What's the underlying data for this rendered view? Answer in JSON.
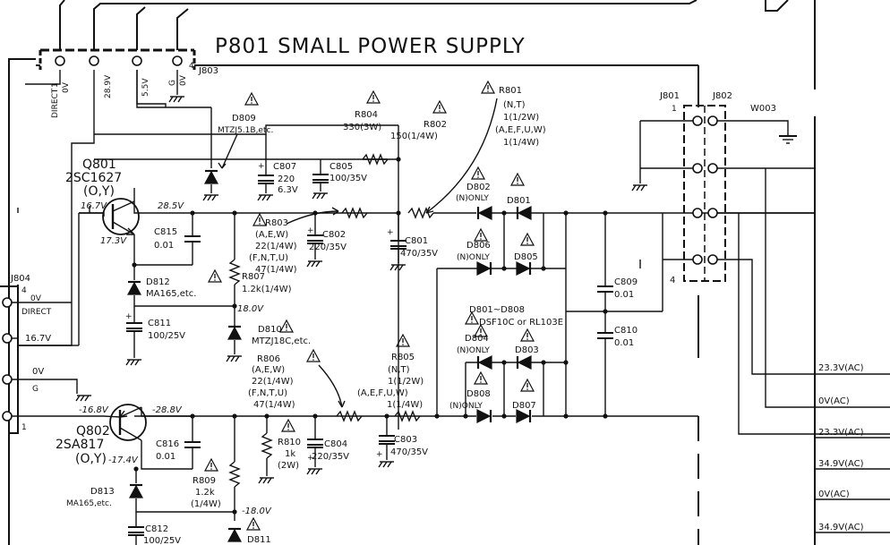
{
  "title": "P801 SMALL POWER SUPPLY",
  "connectors": {
    "j803": {
      "name": "J803",
      "pins": [
        "DIRECT",
        "0V",
        "28.9V",
        "5.5V",
        "G",
        "0V",
        "1",
        "4"
      ]
    },
    "j801": {
      "name": "J801",
      "pin1": "1",
      "pin4": "4"
    },
    "j802": {
      "name": "J802"
    },
    "w003": {
      "name": "W003"
    },
    "j804": {
      "name": "J804",
      "pins": [
        "4",
        "0V",
        "DIRECT",
        "16.7V",
        "0V",
        "G",
        "1"
      ]
    }
  },
  "transistors": {
    "q801": {
      "ref": "Q801",
      "part": "2SC1627",
      "grade": "(O,Y)"
    },
    "q802": {
      "ref": "Q802",
      "part": "2SA817",
      "grade": "(O,Y)"
    }
  },
  "voltages": {
    "v16_7": "16.7V",
    "v28_5": "28.5V",
    "v17_3": "17.3V",
    "v18_0": "18.0V",
    "vn16_8": "-16.8V",
    "vn28_8": "-28.8V",
    "vn17_4": "-17.4V",
    "vn18_0": "-18.0V"
  },
  "components": {
    "d809": {
      "ref": "D809",
      "value": "MTZJ5.1B,etc."
    },
    "r804": {
      "ref": "R804",
      "value": "330(3W)"
    },
    "r802": {
      "ref": "R802",
      "value": "150(1/4W)"
    },
    "r801": {
      "ref": "R801",
      "l1": "(N,T)",
      "l2": "1(1/2W)",
      "l3": "(A,E,F,U,W)",
      "l4": "1(1/4W)"
    },
    "c807": {
      "ref": "C807",
      "l1": "220",
      "l2": "6.3V"
    },
    "c805": {
      "ref": "C805",
      "value": "100/35V"
    },
    "d802": {
      "ref": "D802",
      "note": "(N)ONLY"
    },
    "d801": {
      "ref": "D801"
    },
    "c815": {
      "ref": "C815",
      "value": "0.01"
    },
    "r803": {
      "ref": "R803",
      "l1": "(A,E,W)",
      "l2": "22(1/4W)",
      "l3": "(F,N,T,U)",
      "l4": "47(1/4W)"
    },
    "c802": {
      "ref": "C802",
      "value": "220/35V"
    },
    "c801": {
      "ref": "C801",
      "value": "470/35V"
    },
    "d806": {
      "ref": "D806",
      "note": "(N)ONLY"
    },
    "d805": {
      "ref": "D805"
    },
    "d812": {
      "ref": "D812",
      "value": "MA165,etc."
    },
    "r807": {
      "ref": "R807",
      "value": "1.2k(1/4W)"
    },
    "c809": {
      "ref": "C809",
      "value": "0.01"
    },
    "c811": {
      "ref": "C811",
      "value": "100/25V"
    },
    "d810": {
      "ref": "D810",
      "value": "MTZJ18C,etc."
    },
    "d801_808": {
      "ref": "D801~D808",
      "value": "DSF10C or RL103E"
    },
    "d804": {
      "ref": "D804",
      "note": "(N)ONLY"
    },
    "d803": {
      "ref": "D803"
    },
    "c810": {
      "ref": "C810",
      "value": "0.01"
    },
    "r806": {
      "ref": "R806",
      "l1": "(A,E,W)",
      "l2": "22(1/4W)",
      "l3": "(F,N,T,U)",
      "l4": "47(1/4W)"
    },
    "r805": {
      "ref": "R805",
      "l1": "(N,T)",
      "l2": "1(1/2W)",
      "l3": "(A,E,F,U,W)",
      "l4": "1(1/4W)"
    },
    "d808": {
      "ref": "D808",
      "note": "(N)ONLY"
    },
    "d807": {
      "ref": "D807"
    },
    "c816": {
      "ref": "C816",
      "value": "0.01"
    },
    "r810": {
      "ref": "R810",
      "l1": "1k",
      "l2": "(2W)"
    },
    "c804": {
      "ref": "C804",
      "value": "220/35V"
    },
    "c803": {
      "ref": "C803",
      "value": "470/35V"
    },
    "d813": {
      "ref": "D813",
      "value": "MA165,etc."
    },
    "r809": {
      "ref": "R809",
      "l1": "1.2k",
      "l2": "(1/4W)"
    },
    "c812": {
      "ref": "C812",
      "value": "100/25V"
    },
    "d811": {
      "ref": "D811"
    }
  },
  "ac_lines": [
    "23.3V(AC)",
    "0V(AC)",
    "23.3V(AC)",
    "34.9V(AC)",
    "0V(AC)",
    "34.9V(AC)"
  ]
}
